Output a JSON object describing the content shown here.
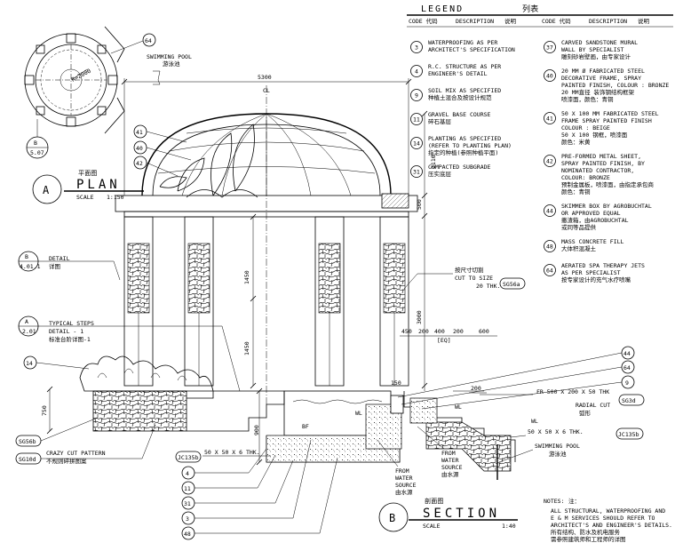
{
  "legend": {
    "title": "LEGEND",
    "title_cn": "列表",
    "header": {
      "code": "CODE 代码",
      "description": "DESCRIPTION",
      "desc_cn": "说明"
    },
    "left_items": [
      {
        "code": "3",
        "lines": [
          "WATERPROOFING AS PER",
          "ARCHITECT'S SPECIFICATION"
        ]
      },
      {
        "code": "4",
        "lines": [
          "R.C. STRUCTURE AS PER",
          "ENGINEER'S DETAIL"
        ]
      },
      {
        "code": "9",
        "lines": [
          "SOIL MIX AS SPECIFIED",
          "种植土混合及按设计规范"
        ]
      },
      {
        "code": "11",
        "lines": [
          "GRAVEL BASE COURSE",
          "碎石基层"
        ]
      },
      {
        "code": "14",
        "lines": [
          "PLANTING AS SPECIFIED",
          "(REFER TO PLANTING PLAN)",
          "指定的种植(参照种植平面)"
        ]
      },
      {
        "code": "31",
        "lines": [
          "COMPACTED SUBGRADE",
          "压实底层"
        ]
      }
    ],
    "right_items": [
      {
        "code": "37",
        "lines": [
          "CARVED SANDSTONE MURAL",
          "WALL BY SPECIALIST",
          "雕刻砂岩壁画，由专家设计"
        ]
      },
      {
        "code": "40",
        "lines": [
          "20 MM Ø FABRICATED STEEL",
          "DECORATIVE FRAME, SPRAY",
          "PAINTED FINISH, COLOUR : BRONZE",
          "20 MM直径 装饰钢结构框架",
          "喷漆面，颜色：青铜"
        ]
      },
      {
        "code": "41",
        "lines": [
          "50 X 100 MM FABRICATED STEEL",
          "FRAME SPRAY PAINTED FINISH",
          "COLOUR : BEIGE",
          "50 X 100 钢框，喷漆面",
          "颜色：米黄"
        ]
      },
      {
        "code": "42",
        "lines": [
          "PRE-FORMED METAL SHEET,",
          "SPRAY PAINTED FINISH, BY",
          "NOMINATED CONTRACTOR,",
          "COLOUR: BRONZE",
          "预制金属板，喷漆面，由指定承包商",
          "颜色：青铜"
        ]
      },
      {
        "code": "44",
        "lines": [
          "SKIMMER BOX BY AGROBUCHTAL",
          "OR APPROVED EQUAL",
          "撇渣箱，由AGROBUCHTAL",
          "或同等品提供"
        ]
      },
      {
        "code": "48",
        "lines": [
          "MASS CONCRETE FILL",
          "大体积混凝土"
        ]
      },
      {
        "code": "64",
        "lines": [
          "AERATED SPA THERAPY JETS",
          "AS PER SPECIALIST",
          "按专家设计的充气水疗喷嘴"
        ]
      }
    ]
  },
  "notes": {
    "label": "NOTES:",
    "label_cn": "注：",
    "lines": [
      "ALL STRUCTURAL, WATERPROOFING AND",
      "E & M SERVICES SHOULD REFER TO",
      "ARCHITECT'S AND ENGINEER'S DETAILS.",
      "所有结构、防水及机电服务",
      "需参照建筑师和工程师的详图"
    ]
  },
  "plan": {
    "radius_label": "R=2000",
    "callout": "64",
    "pool_label": "SWIMMING POOL",
    "pool_label_cn": "游泳池",
    "ref_top": "B",
    "ref_bottom": "5.07",
    "ref_letter": "A",
    "title_cn": "平面图",
    "title": "PLAN",
    "scale_label": "SCALE",
    "scale_value": "1:150"
  },
  "section": {
    "ref_letter": "B",
    "title_cn": "剖面图",
    "title": "SECTION",
    "scale_label": "SCALE",
    "scale_value": "1:40",
    "dims": {
      "width": "5300",
      "dome_h": "2110",
      "beam_h": "500",
      "upper_h": "1450",
      "lower_h": "1450",
      "total_h": "3000",
      "wall_h": "750",
      "pool_depth": "900",
      "step": "200",
      "bench": "150"
    },
    "dim_row": [
      "450",
      "200",
      "400",
      "200",
      "600"
    ],
    "dim_row_eq": "[EQ]",
    "callouts_left": [
      "41",
      "40",
      "42"
    ],
    "callouts_bottom": [
      "4",
      "11",
      "31",
      "3",
      "48"
    ],
    "callouts_right": [
      "44",
      "64",
      "9"
    ],
    "detail_ref": {
      "top": "B",
      "bottom": "4.01.1",
      "label": "DETAIL",
      "label_cn": "详图"
    },
    "steps_ref": {
      "top": "A",
      "bottom": "2.01",
      "label": "TYPICAL STEPS",
      "sub": "DETAIL - 1",
      "label_cn": "标准台阶详图-1"
    },
    "tag_14": "14",
    "tag_crazy_code": "SG56b",
    "tag_crazy_code2": "SG10d",
    "crazy_label": "CRAZY CUT PATTERN",
    "crazy_label_cn": "不规则碎拼图案",
    "cut_label_cn": "按尺寸切割",
    "cut_label": "CUT TO SIZE",
    "cut_thk": "20 THK.",
    "cut_code": "SG56a",
    "angle_code": "JC135b",
    "angle_label": "50 X 50 X 6 THK.",
    "angle_code_r": "JC135b",
    "angle_label_r": "50 X 50 X 6 THK.",
    "fr_label": "FR 500 X 200 X 50 THK",
    "fr_code": "SG3d",
    "radial_cut": "RADIAL CUT",
    "radial_cut_cn": "弧形",
    "wl": "WL",
    "bf": "BF",
    "from_water_1": [
      "FROM",
      "WATER",
      "SOURCE",
      "由水源"
    ],
    "from_water_2": [
      "FROM",
      "WATER",
      "SOURCE",
      "由水源"
    ],
    "pool_label": "SWIMMING POOL",
    "pool_label_cn": "游泳池",
    "centerline": "CL"
  }
}
